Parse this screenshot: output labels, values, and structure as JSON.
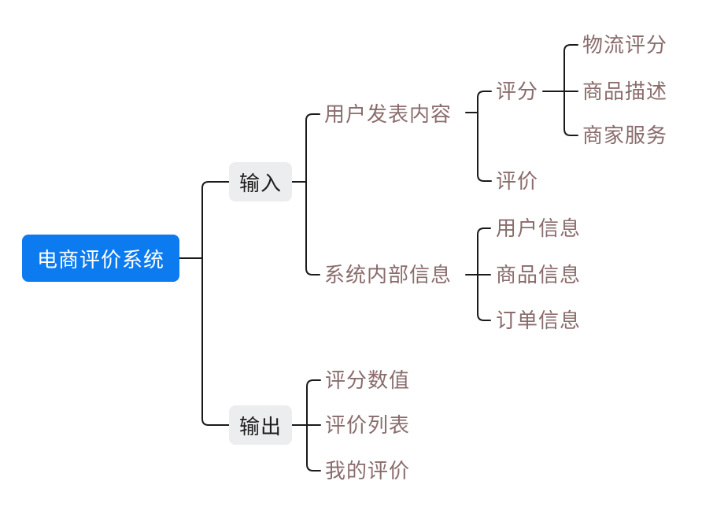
{
  "diagram": {
    "type": "mindmap",
    "root": {
      "label": "电商评价系统",
      "children": [
        {
          "label": "输入",
          "children": [
            {
              "label": "用户发表内容",
              "children": [
                {
                  "label": "评分",
                  "children": [
                    {
                      "label": "物流评分"
                    },
                    {
                      "label": "商品描述"
                    },
                    {
                      "label": "商家服务"
                    }
                  ]
                },
                {
                  "label": "评价"
                }
              ]
            },
            {
              "label": "系统内部信息",
              "children": [
                {
                  "label": "用户信息"
                },
                {
                  "label": "商品信息"
                },
                {
                  "label": "订单信息"
                }
              ]
            }
          ]
        },
        {
          "label": "输出",
          "children": [
            {
              "label": "评分数值"
            },
            {
              "label": "评价列表"
            },
            {
              "label": "我的评价"
            }
          ]
        }
      ]
    },
    "colors": {
      "root_background": "#0d7bf0",
      "root_text": "#ffffff",
      "branch_background": "#ecedee",
      "branch_text": "#1e1e1e",
      "topic_text": "#8a6c6c",
      "connector_line": "#1a1a1a",
      "canvas_background": "#ffffff"
    }
  }
}
